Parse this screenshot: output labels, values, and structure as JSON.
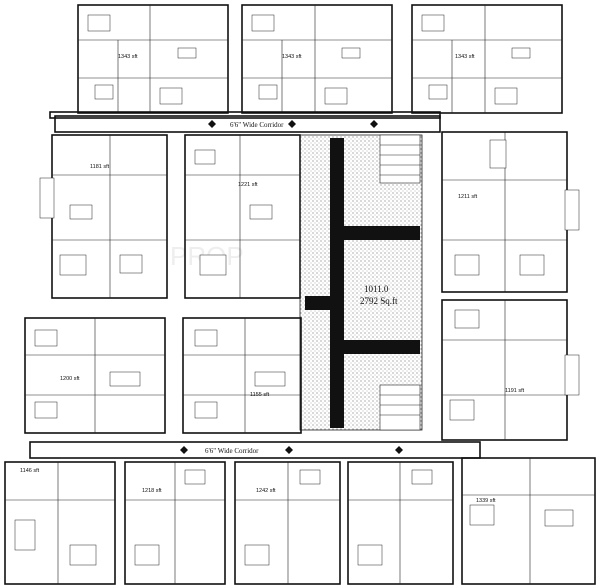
{
  "corridors": [
    {
      "name": "top",
      "label": "6'6\"   Wide   Corridor"
    },
    {
      "name": "bottom",
      "label": "6'6\"   Wide   Corridor"
    }
  ],
  "site": {
    "line1": "1011.0",
    "line2": "2792 Sq.ft"
  },
  "watermark": "PROP",
  "unit_area_tags": [
    "1343 sft",
    "1343 sft",
    "1343 sft",
    "1181 sft",
    "1221 sft",
    "1211 sft",
    "1200 sft",
    "1155 sft",
    "1191 sft",
    "1146 sft",
    "1218 sft",
    "1242 sft",
    "1339 sft"
  ]
}
